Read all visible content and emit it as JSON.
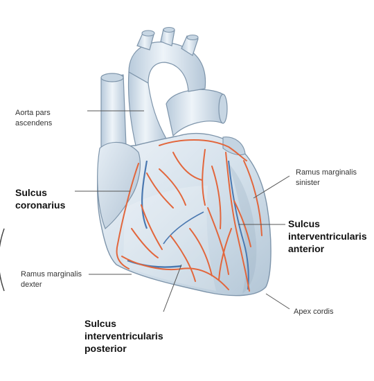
{
  "labels": {
    "aorta_l1": "Aorta pars",
    "aorta_l2": "ascendens",
    "coronarius_l1": "Sulcus",
    "coronarius_l2": "coronarius",
    "rm_dexter_l1": "Ramus marginalis",
    "rm_dexter_l2": "dexter",
    "posterior_l1": "Sulcus",
    "posterior_l2": "interventricularis",
    "posterior_l3": "posterior",
    "rm_sinister_l1": "Ramus marginalis",
    "rm_sinister_l2": "sinister",
    "anterior_l1": "Sulcus",
    "anterior_l2": "interventricularis",
    "anterior_l3": "anterior",
    "apex": "Apex cordis"
  },
  "colors": {
    "heart_fill": "#d6e2ec",
    "heart_light": "#eaf1f7",
    "heart_shadow": "#a9bccd",
    "outline": "#7d94aa",
    "artery": "#e2663c",
    "vein": "#4a78b0",
    "leader": "#555555"
  }
}
